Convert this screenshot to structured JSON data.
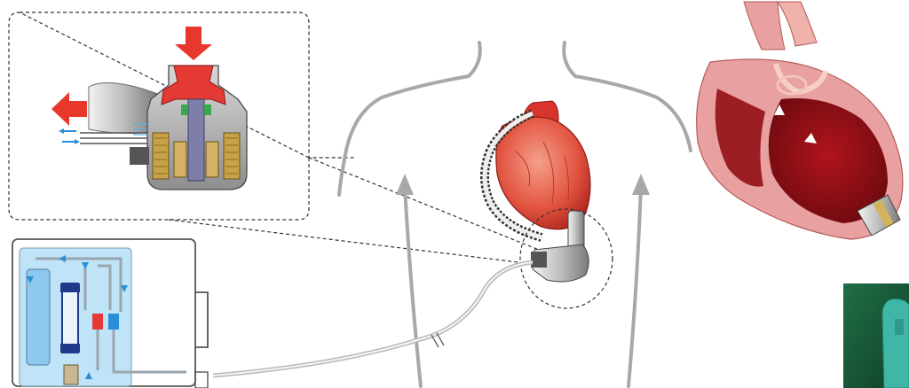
{
  "figure": {
    "panels": [
      {
        "id": "pump-cross-section",
        "label": ""
      },
      {
        "id": "body-outline-with-implant",
        "label": ""
      },
      {
        "id": "heart-cutaway",
        "label": ""
      },
      {
        "id": "control-console",
        "label": ""
      },
      {
        "id": "green-device-photo",
        "label": ""
      }
    ]
  },
  "colors": {
    "arrow_red": "#e8382b",
    "pump_red": "#e53935",
    "housing_gray": "#9e9e9e",
    "motor_gold": "#c8a24a",
    "console_blue": "#bfe3f7",
    "reservoir_blue": "#8ec8ef",
    "cannula_navy": "#1f3a8a",
    "body_outline": "#a8a8a8",
    "heart_red": "#d9342b",
    "cutaway_pink": "#e9a0a0",
    "photo_green": "#2a8a5a"
  },
  "icons": [
    "down-arrow-icon",
    "left-arrow-icon",
    "flow-arrow-icon",
    "coiled-tube-icon"
  ]
}
